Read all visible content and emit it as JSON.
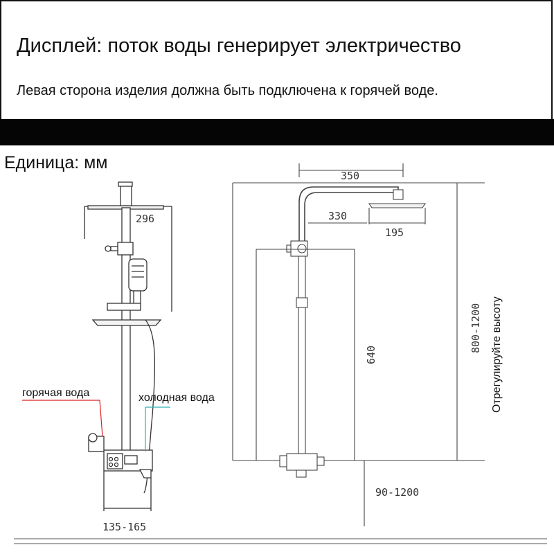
{
  "header": {
    "title": "Дисплей: поток воды генерирует электричество",
    "subtitle": "Левая сторона изделия должна быть подключена к горячей воде."
  },
  "unit_label": "Единица: мм",
  "left_view": {
    "dim_head": "296",
    "dim_base": "135-165",
    "label_hot": "горячая вода",
    "label_cold": "холодная вода"
  },
  "right_view": {
    "dim_arm": "350",
    "dim_offset": "330",
    "dim_head": "195",
    "dim_bar": "640",
    "dim_height": "800-1200",
    "dim_height_note": "Отрегулируйте высоту",
    "dim_floor": "90-1200"
  },
  "colors": {
    "hot_line": "#d92020",
    "cold_line": "#2fb0b0",
    "line": "#333333"
  }
}
